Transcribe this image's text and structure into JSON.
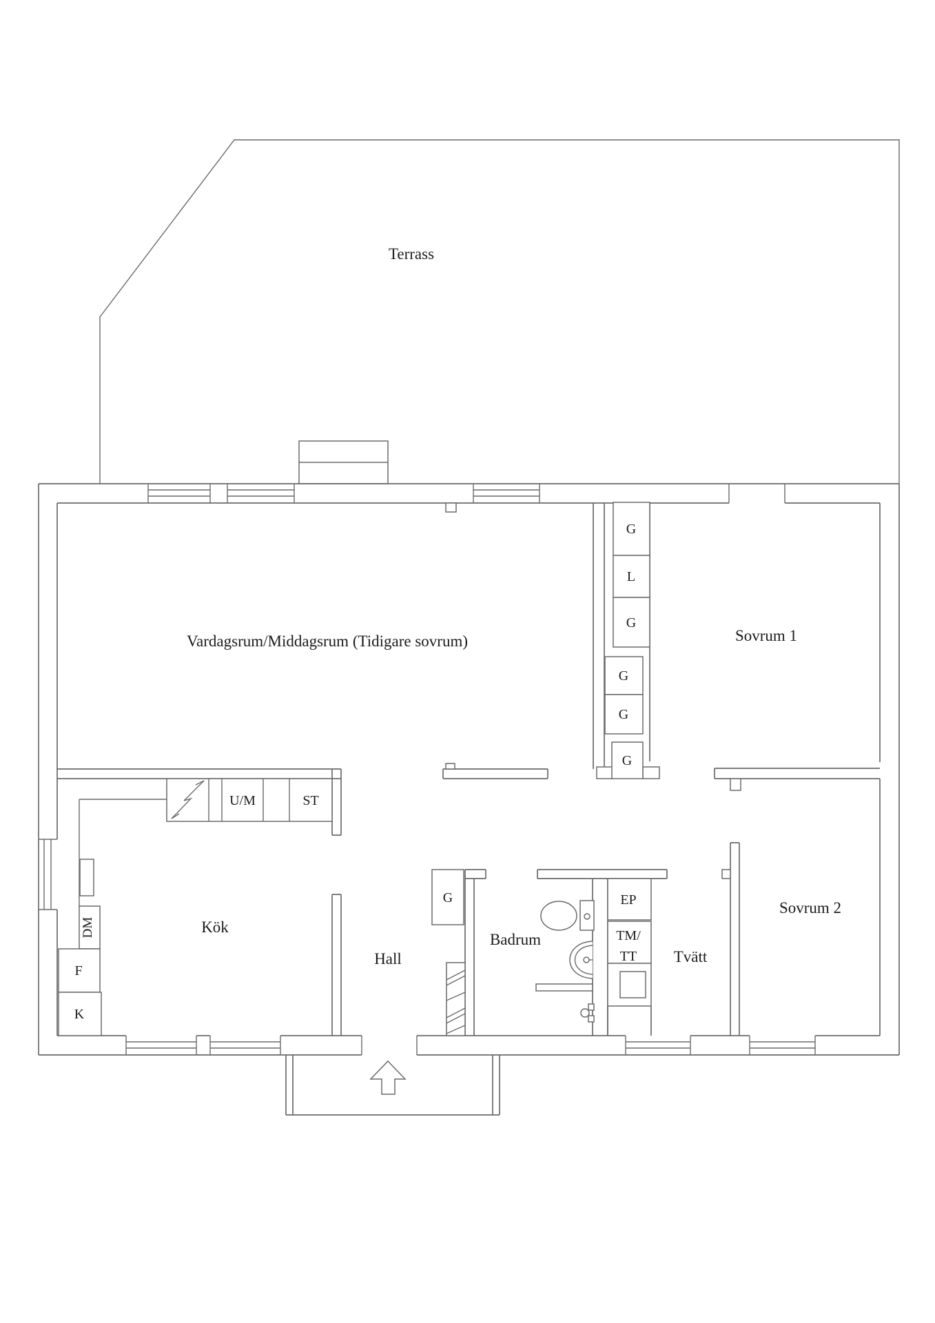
{
  "labels": {
    "terrass": "Terrass",
    "vardagsrum": "Vardagsrum/Middagsrum (Tidigare sovrum)",
    "sovrum1": "Sovrum 1",
    "sovrum2": "Sovrum 2",
    "kok": "Kök",
    "hall": "Hall",
    "badrum": "Badrum",
    "tvatt": "Tvätt",
    "g": "G",
    "l": "L",
    "um": "U/M",
    "st": "ST",
    "dm": "DM",
    "f": "F",
    "k": "K",
    "ep": "EP",
    "tm": "TM/",
    "tt": "TT"
  },
  "colors": {
    "wall_line": "#6a6a6a",
    "text": "#1b1b1b",
    "background": "#ffffff"
  }
}
